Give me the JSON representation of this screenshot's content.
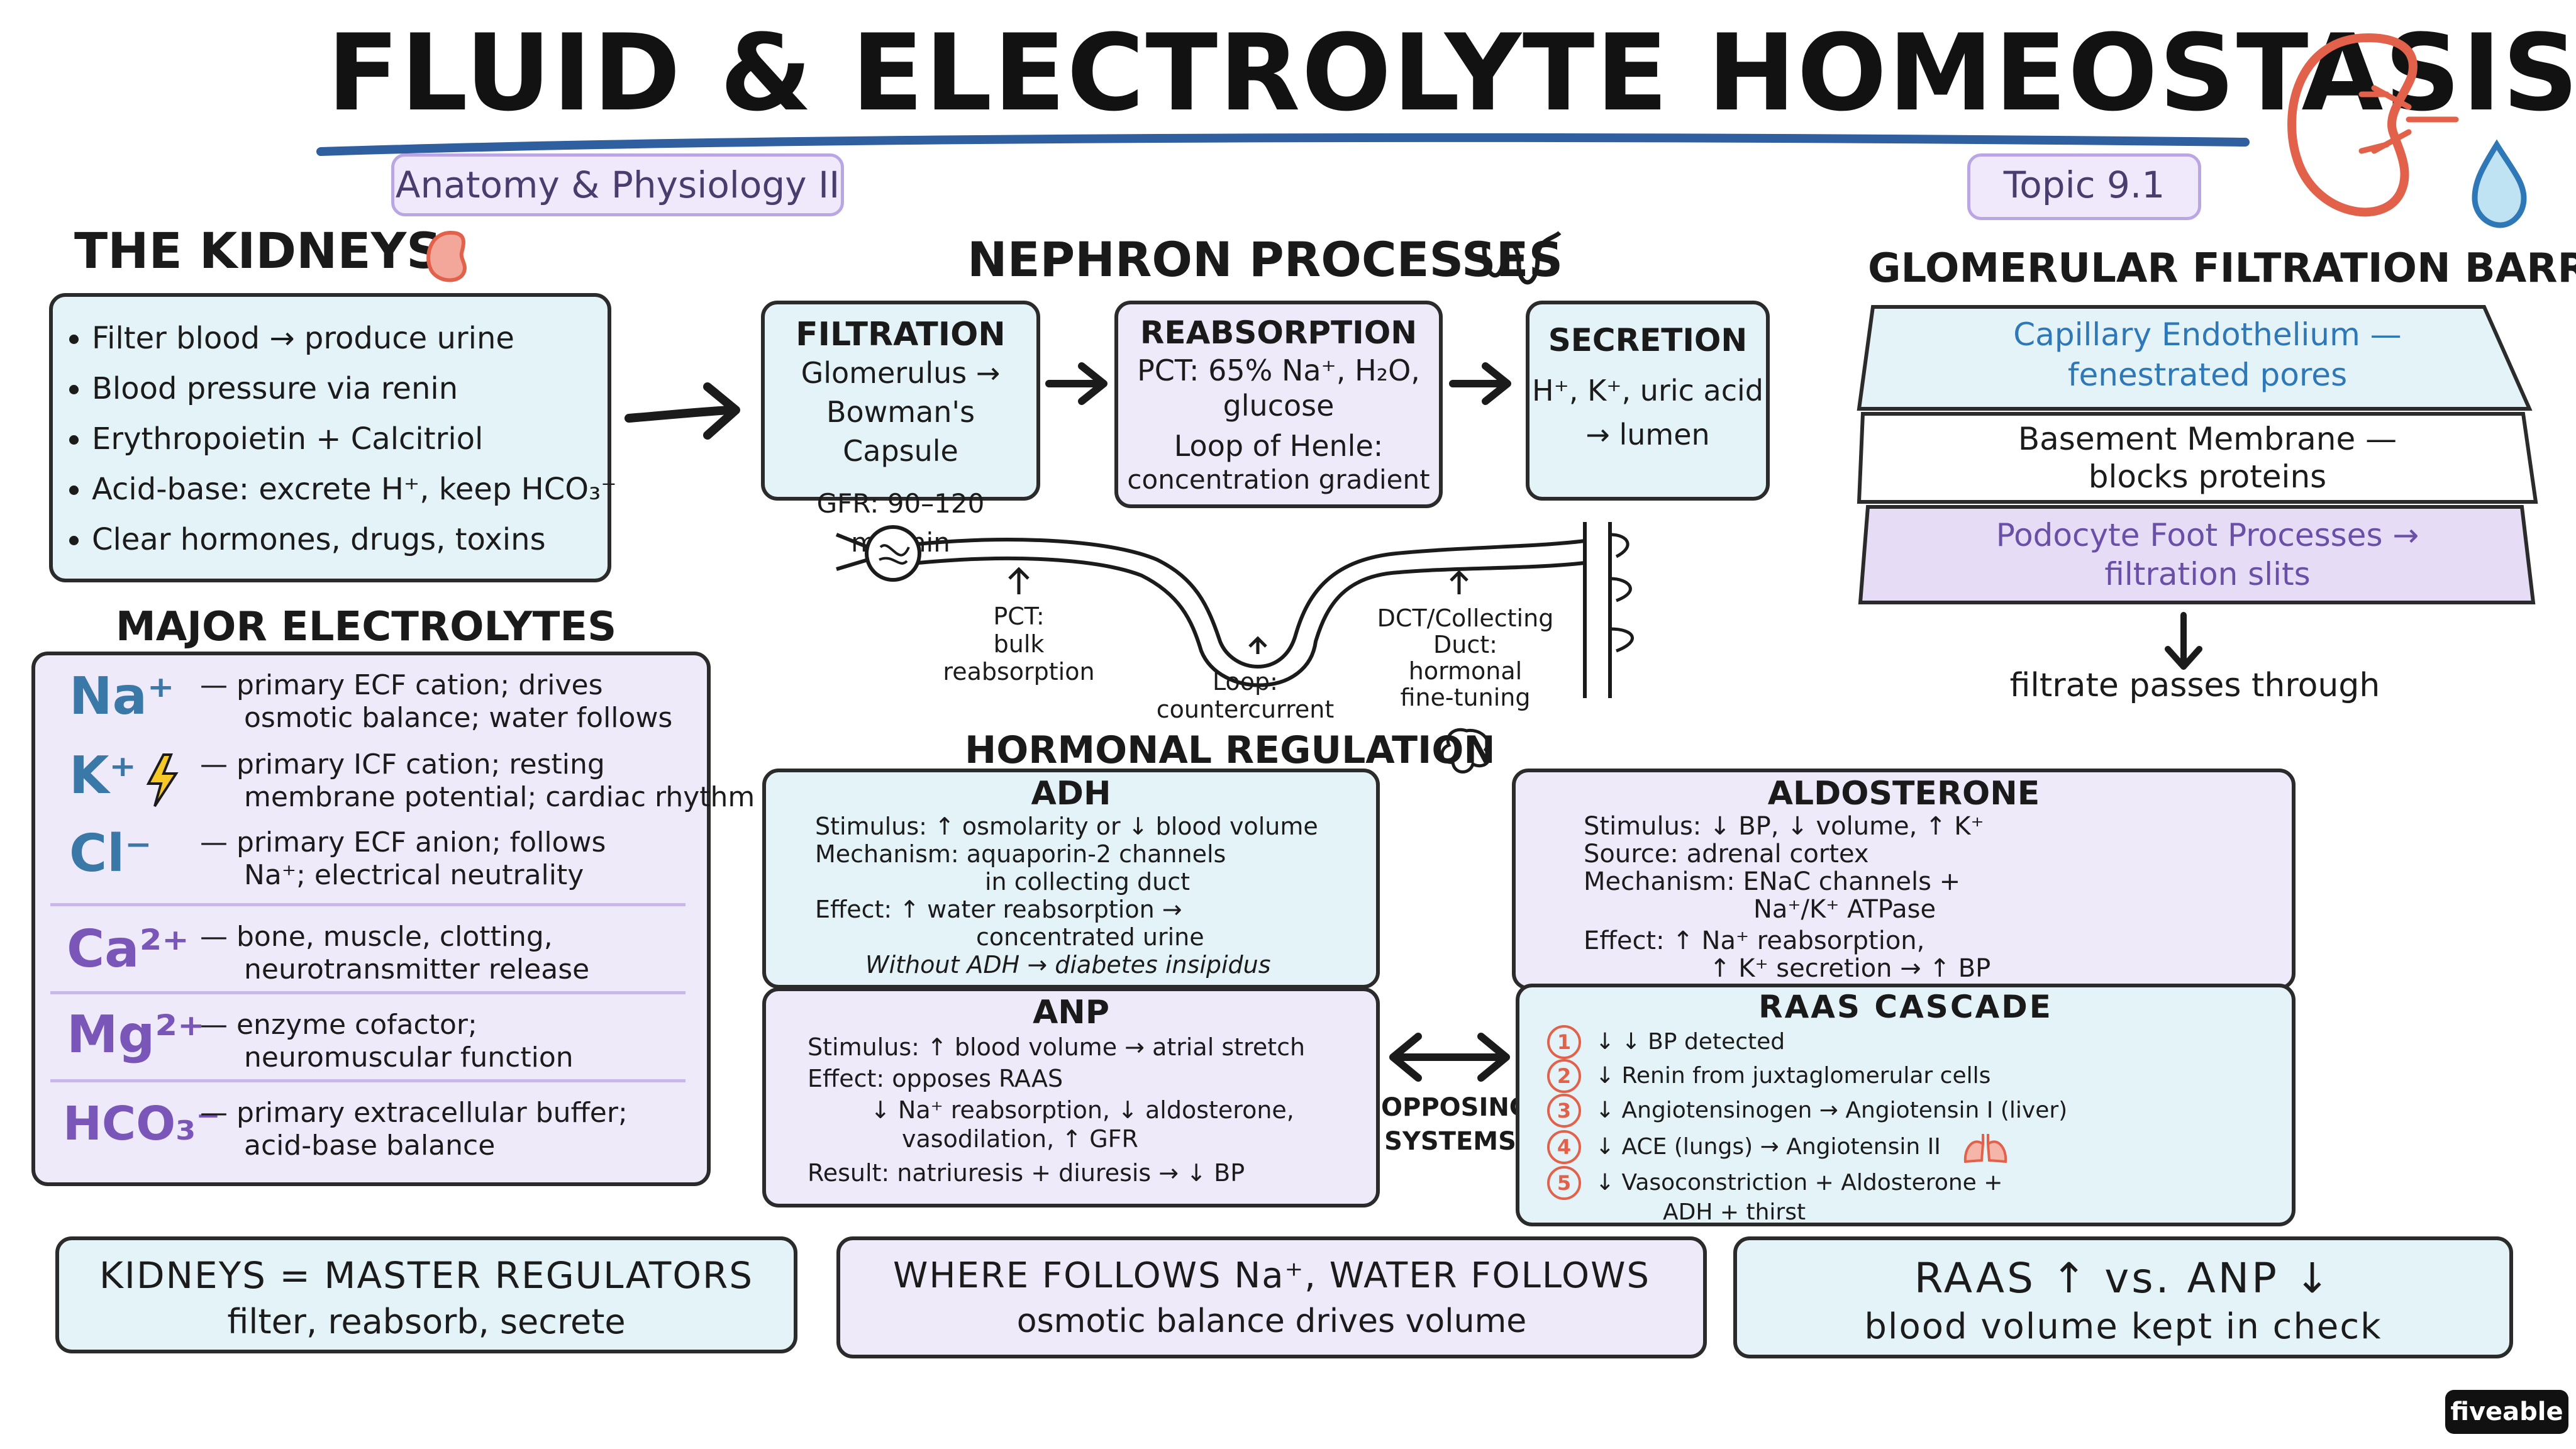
{
  "header": {
    "title": "FLUID & ELECTROLYTE HOMEOSTASIS",
    "course": "Anatomy & Physiology II",
    "topic": "Topic 9.1"
  },
  "kidneys": {
    "heading": "THE KIDNEYS",
    "items": [
      "Filter blood → produce urine",
      "Blood pressure via renin",
      "Erythropoietin + Calcitriol",
      "Acid-base: excrete H⁺, keep HCO₃⁻",
      "Clear hormones, drugs, toxins"
    ]
  },
  "nephron": {
    "heading": "NEPHRON PROCESSES",
    "filtration": {
      "title": "FILTRATION",
      "line1": "Glomerulus →",
      "line2": "Bowman's Capsule",
      "line3": "GFR: 90–120 mL/min"
    },
    "reabsorption": {
      "title": "REABSORPTION",
      "line1": "PCT: 65% Na⁺, H₂O,",
      "line2": "glucose",
      "line3": "Loop of Henle:",
      "line4": "concentration gradient"
    },
    "secretion": {
      "title": "SECRETION",
      "line1": "H⁺, K⁺, uric acid",
      "line2": "→ lumen"
    },
    "labels": {
      "pct": [
        "PCT:",
        "bulk",
        "reabsorption"
      ],
      "loop": [
        "Loop:",
        "countercurrent"
      ],
      "dct": [
        "DCT/Collecting",
        "Duct:",
        "hormonal",
        "fine-tuning"
      ]
    }
  },
  "barrier": {
    "heading": "GLOMERULAR FILTRATION BARRIER",
    "layer1": [
      "Capillary Endothelium —",
      "fenestrated pores"
    ],
    "layer2": [
      "Basement Membrane —",
      "blocks proteins"
    ],
    "layer3": [
      "Podocyte Foot Processes →",
      "filtration slits"
    ],
    "footer": "filtrate passes through"
  },
  "electrolytes": {
    "heading": "MAJOR ELECTROLYTES",
    "items": [
      {
        "ion": "Na⁺",
        "desc1": "— primary ECF cation; drives",
        "desc2": "osmotic balance; water follows"
      },
      {
        "ion": "K⁺",
        "desc1": "— primary ICF cation; resting",
        "desc2": "membrane potential; cardiac rhythm"
      },
      {
        "ion": "Cl⁻",
        "desc1": "— primary ECF anion; follows",
        "desc2": "Na⁺; electrical neutrality"
      },
      {
        "ion": "Ca²⁺",
        "desc1": "— bone, muscle, clotting,",
        "desc2": "neurotransmitter release"
      },
      {
        "ion": "Mg²⁺",
        "desc1": "— enzyme cofactor;",
        "desc2": "neuromuscular function"
      },
      {
        "ion": "HCO₃⁻",
        "desc1": "— primary extracellular buffer;",
        "desc2": "acid-base balance"
      }
    ]
  },
  "hormonal": {
    "heading": "HORMONAL REGULATION",
    "adh": {
      "title": "ADH",
      "lines": [
        "Stimulus: ↑ osmolarity or ↓ blood volume",
        "Mechanism: aquaporin-2 channels",
        "in collecting duct",
        "Effect: ↑ water reabsorption →",
        "concentrated urine",
        "Without ADH → diabetes insipidus"
      ]
    },
    "anp": {
      "title": "ANP",
      "lines": [
        "Stimulus: ↑ blood volume → atrial stretch",
        "Effect: opposes RAAS",
        "↓ Na⁺ reabsorption, ↓ aldosterone,",
        "vasodilation, ↑ GFR",
        "Result: natriuresis + diuresis → ↓ BP"
      ]
    },
    "opposing": [
      "OPPOSING",
      "SYSTEMS"
    ],
    "aldosterone": {
      "title": "ALDOSTERONE",
      "lines": [
        "Stimulus: ↓ BP, ↓ volume, ↑ K⁺",
        "Source: adrenal cortex",
        "Mechanism: ENaC channels +",
        "Na⁺/K⁺ ATPase",
        "Effect: ↑ Na⁺ reabsorption,",
        "↑ K⁺ secretion → ↑ BP"
      ]
    },
    "raas": {
      "title": "RAAS CASCADE",
      "steps": [
        {
          "n": "1",
          "text": "↓ ↓ BP detected"
        },
        {
          "n": "2",
          "text": "↓ Renin from juxtaglomerular cells"
        },
        {
          "n": "3",
          "text": "↓ Angiotensinogen → Angiotensin I (liver)"
        },
        {
          "n": "4",
          "text": "↓ ACE (lungs) → Angiotensin II"
        },
        {
          "n": "5",
          "text": "↓ Vasoconstriction + Aldosterone +"
        }
      ],
      "step5b": "ADH + thirst"
    }
  },
  "summary": [
    {
      "title": "KIDNEYS = MASTER REGULATORS",
      "sub": "filter, reabsorb, secrete"
    },
    {
      "title": "WHERE FOLLOWS Na⁺, WATER FOLLOWS",
      "sub": "osmotic balance drives volume"
    },
    {
      "title": "RAAS ↑ vs. ANP ↓",
      "sub": "blood volume kept in check"
    }
  ],
  "brand": "fiveable",
  "colors": {
    "blue_box": "#e4f3f7",
    "purple_box": "#efeafa",
    "kidney_red": "#e2614a",
    "title_underline": "#2f5f9e"
  }
}
